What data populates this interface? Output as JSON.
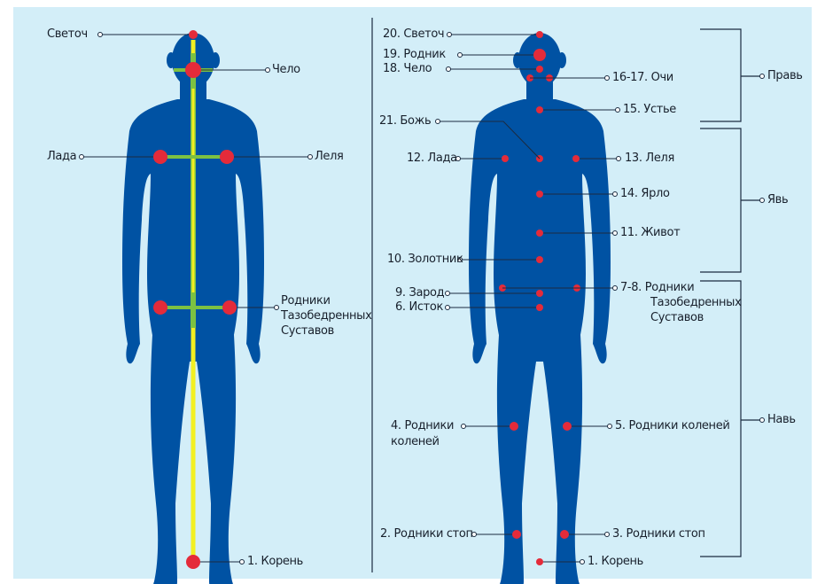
{
  "colors": {
    "background": "#d3eef8",
    "body": "#0052a3",
    "point": "#e42b3a",
    "spine": "#f2f021",
    "cross": "#7cc142",
    "line": "#1b2b40"
  },
  "left_figure": {
    "labels": {
      "svetoch": "Светоч",
      "chelo": "Чело",
      "lada": "Лада",
      "lelya": "Леля",
      "hips_1": "Родники",
      "hips_2": "Тазобедренных",
      "hips_3": "Суставов",
      "koren": "1. Корень"
    }
  },
  "right_figure": {
    "labels": {
      "p20": "20. Светоч",
      "p19": "19. Родник",
      "p18": "18. Чело",
      "p1617": "16-17. Очи",
      "p15": "15. Устье",
      "p21": "21. Божь",
      "p12": "12. Лада",
      "p13": "13. Леля",
      "p14": "14. Ярло",
      "p11": "11. Живот",
      "p10": "10. Золотник",
      "p9": "9. Зарод",
      "p78_1": "7-8. Родники",
      "p78_2": "Тазобедренных",
      "p78_3": "Суставов",
      "p6": "6. Исток",
      "p4_1": "4. Родники",
      "p4_2": "коленей",
      "p5": "5. Родники коленей",
      "p2": "2. Родники стоп",
      "p3": "3. Родники стоп",
      "p1": "1. Корень"
    }
  },
  "zones": {
    "prav": "Правь",
    "yav": "Явь",
    "nav": "Навь"
  }
}
